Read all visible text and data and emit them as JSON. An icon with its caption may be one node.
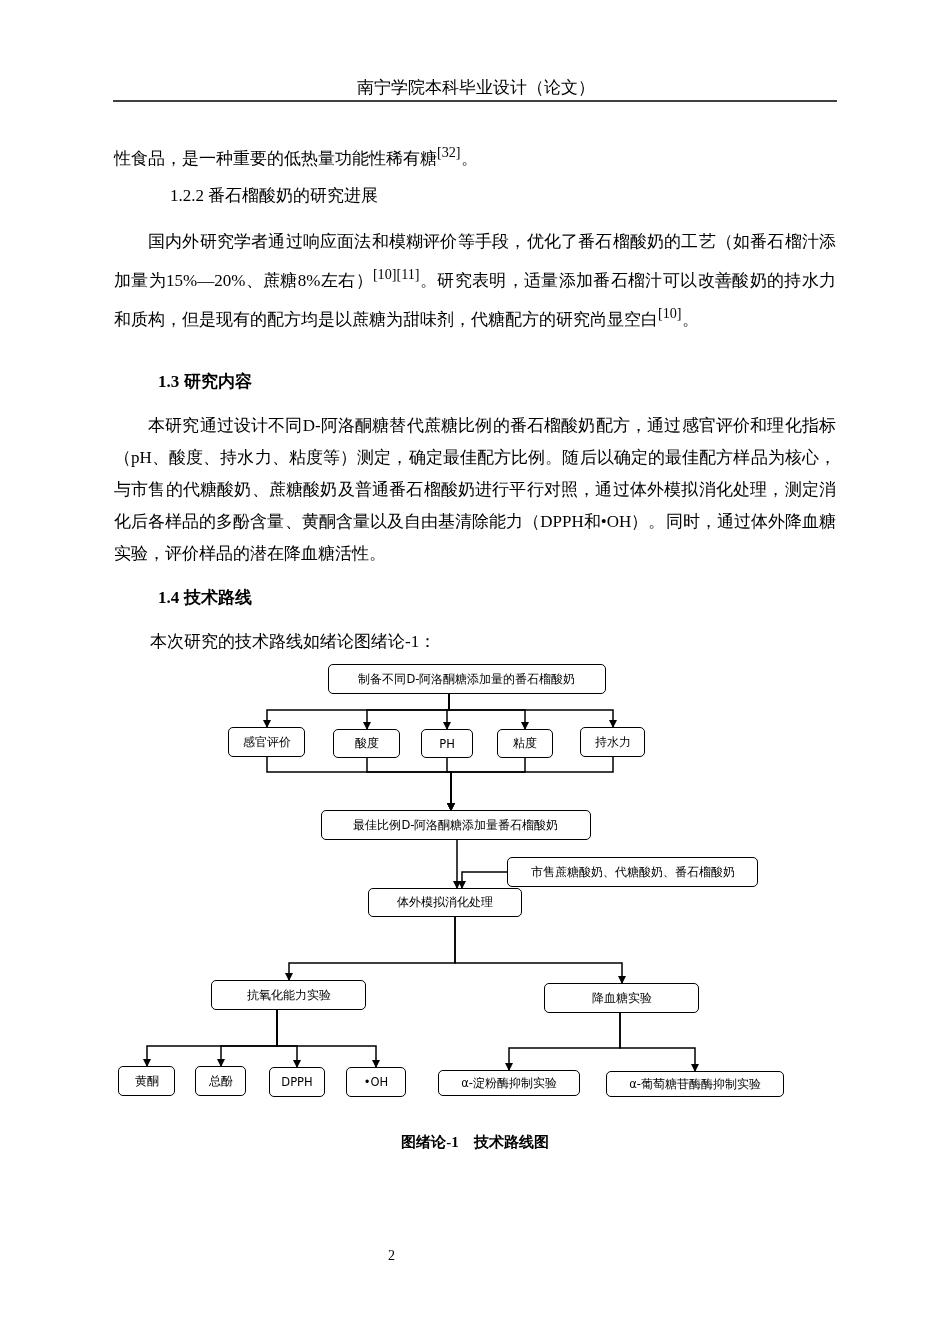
{
  "diagram": {
    "caption": "图绪论-1　技术路线图",
    "nodes": [
      {
        "text": [
          "制备不同D-阿洛酮糖添加量的番石榴酸奶"
        ]
      },
      {
        "text": [
          "感官评价"
        ]
      },
      {
        "text": [
          "酸度"
        ]
      },
      {
        "text": [
          "PH"
        ]
      },
      {
        "text": [
          "粘度"
        ]
      },
      {
        "text": [
          "持水力"
        ]
      },
      {
        "text": [
          "最佳比例D-阿洛酮糖添加量番石榴酸奶"
        ]
      },
      {
        "text": [
          "市售蔗糖酸奶、代糖酸奶、番石榴酸奶"
        ]
      },
      {
        "text": [
          "体外模拟消化处理"
        ]
      },
      {
        "text": [
          "抗氧化能力实验"
        ]
      },
      {
        "text": [
          "降血糖实验"
        ]
      },
      {
        "text": [
          "黄酮"
        ]
      },
      {
        "text": [
          "总酚"
        ]
      },
      {
        "text": [
          "DPPH"
        ]
      },
      {
        "text": [
          "•OH"
        ]
      },
      {
        "text": [
          "α-淀粉酶抑制实验"
        ]
      },
      {
        "text": [
          "α-葡萄糖苷酶酶抑制实验"
        ]
      }
    ],
    "edges": [
      {
        "from": 0,
        "to": 1,
        "arrow": "to"
      },
      {
        "from": 0,
        "to": 2,
        "arrow": "to"
      },
      {
        "from": 0,
        "to": 3,
        "arrow": "to"
      },
      {
        "from": 0,
        "to": 4,
        "arrow": "to"
      },
      {
        "from": 0,
        "to": 5,
        "arrow": "to"
      },
      {
        "from": 1,
        "to": 6,
        "arrow": "to"
      },
      {
        "from": 2,
        "to": 6,
        "arrow": "to"
      },
      {
        "from": 3,
        "to": 6,
        "arrow": "to"
      },
      {
        "from": 4,
        "to": 6,
        "arrow": "to"
      },
      {
        "from": 5,
        "to": 6,
        "arrow": "to"
      },
      {
        "from": 6,
        "to": 8,
        "arrow": "to"
      },
      {
        "from": 7,
        "to": 8,
        "arrow": "to"
      },
      {
        "from": 8,
        "to": 9,
        "arrow": "to"
      },
      {
        "from": 8,
        "to": 10,
        "arrow": "to"
      },
      {
        "from": 9,
        "to": 11,
        "arrow": "to"
      },
      {
        "from": 9,
        "to": 12,
        "arrow": "to"
      },
      {
        "from": 9,
        "to": 13,
        "arrow": "to"
      },
      {
        "from": 9,
        "to": 14,
        "arrow": "to"
      },
      {
        "from": 10,
        "to": 15,
        "arrow": "to"
      },
      {
        "from": 10,
        "to": 16,
        "arrow": "to"
      }
    ],
    "labels": [
      "南宁学院本科毕业设计（论文）",
      "性食品，是一种重要的低热量功能性稀有糖$^{[32]}$。",
      "1.2.2 番石榴酸奶的研究进展",
      "国内外研究学者通过响应面法和模糊评价等手段，优化了番石榴酸奶的工艺（如番石榴汁添加量为15%—20%、蔗糖8%左右）$^{[10][11]}$。研究表明，适量添加番石榴汁可以改善酸奶的持水力和质构，但是现有的配方均是以蔗糖为甜味剂，代糖配方的研究尚显空白$^{[10]}$。",
      "1.3 研究内容",
      "本研究通过设计不同D-阿洛酮糖替代蔗糖比例的番石榴酸奶配方，通过感官评价和理化指标（pH、酸度、持水力、粘度等）测定，确定最佳配方比例。随后以确定的最佳配方样品为核心，与市售的代糖酸奶、蔗糖酸奶及普通番石榴酸奶进行平行对照，通过体外模拟消化处理，测定消化后各样品的多酚含量、黄酮含量以及自由基清除能力（DPPH和•OH）。同时，通过体外降血糖实验，评价样品的潜在降血糖活性。",
      "1.4 技术路线",
      "本次研究的技术路线如绪论图绪论-1：",
      "2"
    ]
  }
}
